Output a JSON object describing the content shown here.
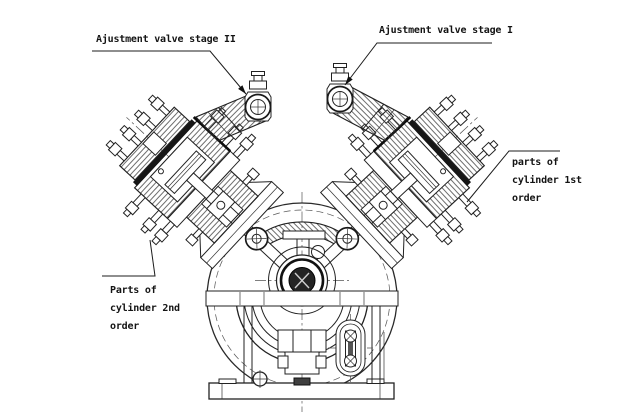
{
  "annotations": {
    "valve_stage_2": "Ajustment valve stage II",
    "valve_stage_1": "Ajustment valve stage I",
    "parts_cylinder_1st": {
      "line1": "parts of",
      "line2": "cylinder 1st",
      "line3": "order"
    },
    "parts_cylinder_2nd": {
      "line1": "Parts of",
      "line2": "cylinder 2nd",
      "line3": "order"
    }
  },
  "colors": {
    "ink": "#1c1c1c",
    "paper": "#ffffff"
  }
}
